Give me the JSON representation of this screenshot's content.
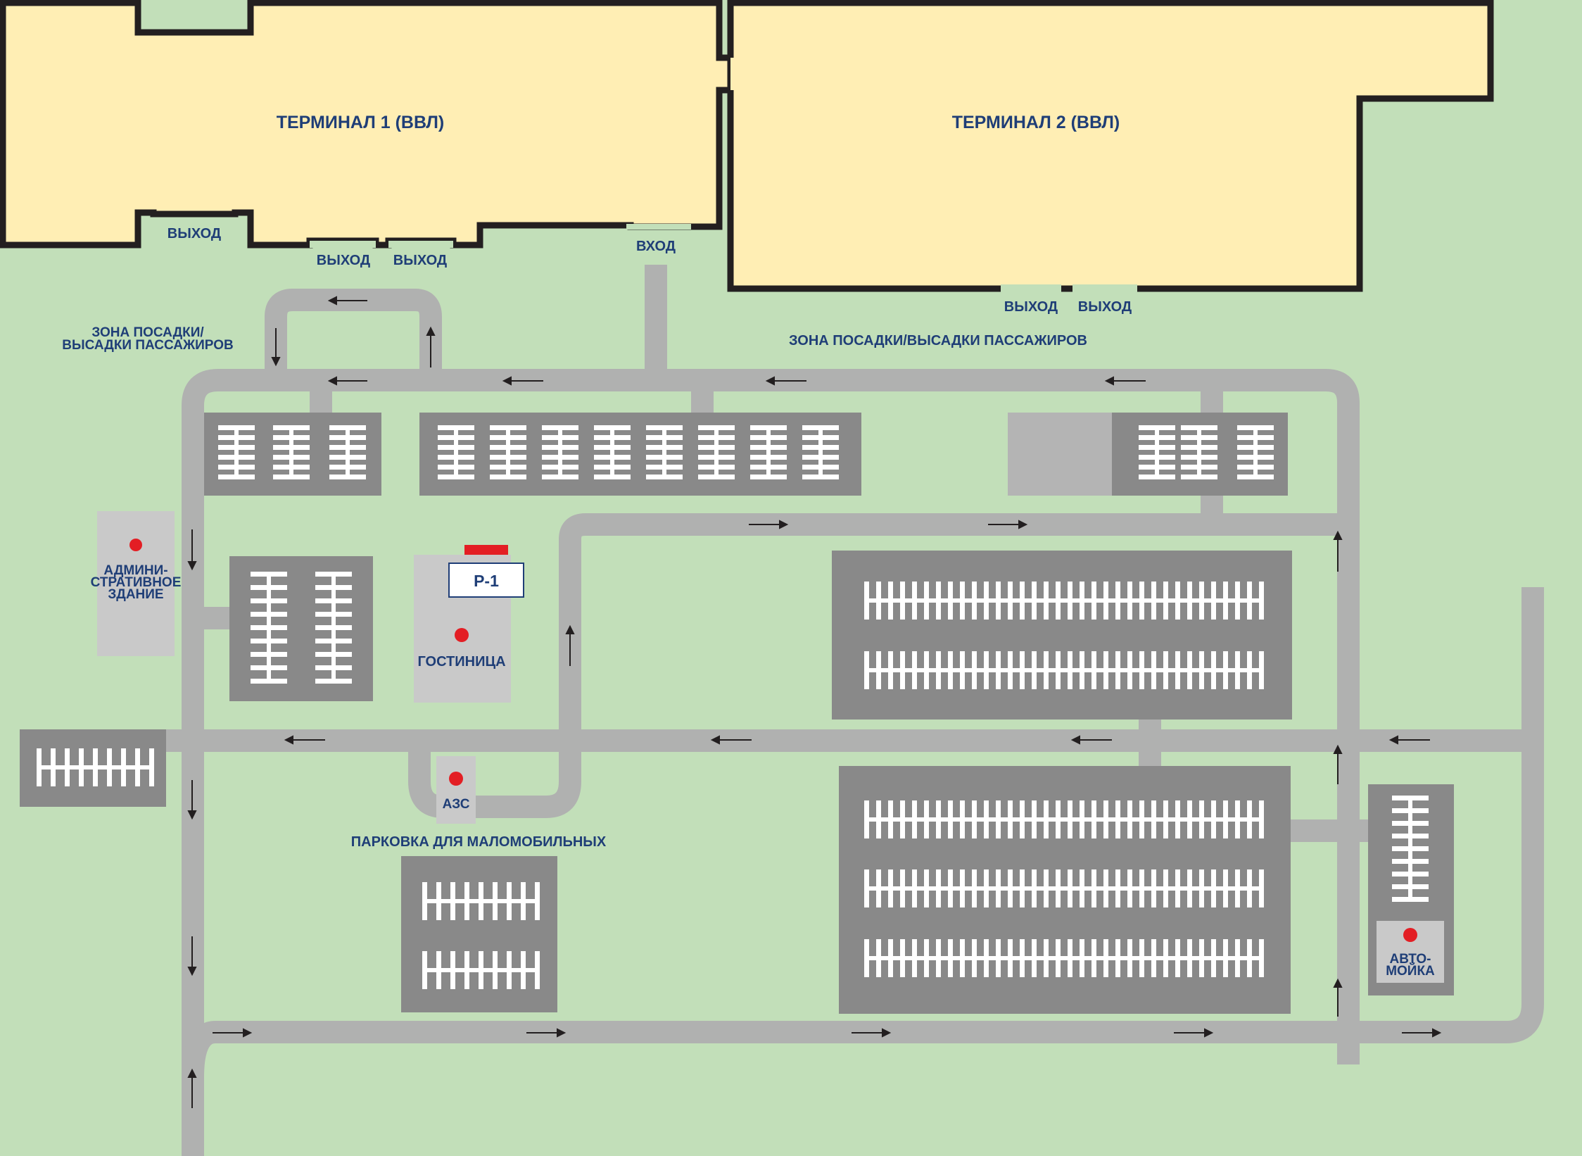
{
  "colors": {
    "background": "#c2dfb9",
    "terminal_fill": "#ffeeb4",
    "terminal_outline": "#231f20",
    "road": "#b0b1b0",
    "parking_lot": "#898989",
    "parking_stripe": "#ffffff",
    "building": "#c9c9c9",
    "marker": "#e31e24",
    "label": "#1f3e77"
  },
  "terminals": {
    "t1": "ТЕРМИНАЛ 1 (ВВЛ)",
    "t2": "ТЕРМИНАЛ 2 (ВВЛ)"
  },
  "doors": {
    "exit": "ВЫХОД",
    "entrance": "ВХОД"
  },
  "zones": {
    "dropoff_left_line1": "ЗОНА ПОСАДКИ/",
    "dropoff_left_line2": "ВЫСАДКИ ПАССАЖИРОВ",
    "dropoff_right": "ЗОНА ПОСАДКИ/ВЫСАДКИ ПАССАЖИРОВ"
  },
  "buildings": {
    "admin_line1": "АДМИНИ-",
    "admin_line2": "СТРАТИВНОЕ",
    "admin_line3": "ЗДАНИЕ",
    "hotel": "ГОСТИНИЦА",
    "hotel_sign": "Р-1",
    "gas_station": "АЗС",
    "carwash_line1": "АВТО-",
    "carwash_line2": "МОЙКА"
  },
  "parking": {
    "disabled_label": "ПАРКОВКА ДЛЯ МАЛОМОБИЛЬНЫХ"
  }
}
